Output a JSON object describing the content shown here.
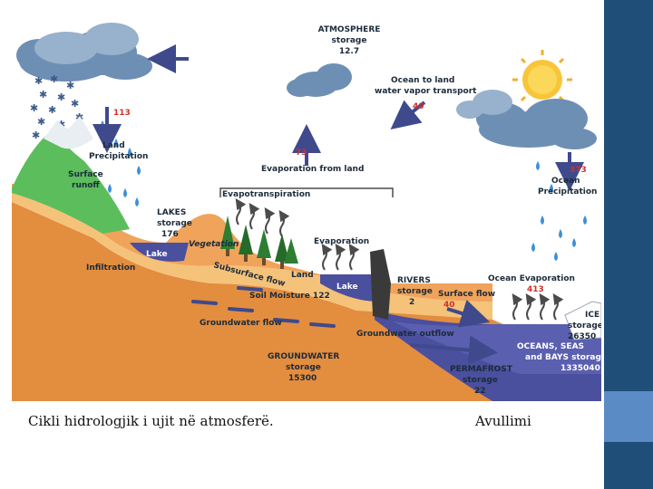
{
  "diagram": {
    "atmosphere": {
      "title": "ATMOSPHERE",
      "storage_label": "storage",
      "storage_value": "12.7"
    },
    "ocean_to_land": {
      "line1": "Ocean to land",
      "line2": "water vapor transport",
      "value": "40"
    },
    "land_precipitation": {
      "value": "113",
      "line1": "Land",
      "line2": "Precipitation"
    },
    "evaporation_from_land": {
      "value": "73",
      "label": "Evaporation from land"
    },
    "ocean_precipitation": {
      "value": "373",
      "line1": "Ocean",
      "line2": "Precipitation"
    },
    "surface_runoff": {
      "line1": "Surface",
      "line2": "runoff"
    },
    "evapotranspiration": "Evapotranspiration",
    "lakes": {
      "title": "LAKES",
      "storage_label": "storage",
      "storage_value": "176",
      "lake_label": "Lake"
    },
    "vegetation": "Vegetation",
    "evaporation": "Evaporation",
    "infiltration": "Infiltration",
    "subsurface_flow": "Subsurface flow",
    "land": "Land",
    "soil_moisture": "Soil Moisture 122",
    "lake_small": "Lake",
    "rivers": {
      "title": "RIVERS",
      "storage_label": "storage",
      "storage_value": "2"
    },
    "surface_flow": {
      "label": "Surface flow",
      "value": "40"
    },
    "ocean_evaporation": {
      "label": "Ocean Evaporation",
      "value": "413"
    },
    "ice": {
      "title": "ICE",
      "storage_label": "storage",
      "storage_value": "26350"
    },
    "groundwater_flow": "Groundwater flow",
    "groundwater_outflow": "Groundwater outflow",
    "oceans": {
      "line1": "OCEANS, SEAS",
      "line2": "and BAYS storage",
      "value": "1335040"
    },
    "groundwater": {
      "title": "GROUNDWATER",
      "storage_label": "storage",
      "storage_value": "15300"
    },
    "permafrost": {
      "title": "PERMAFROST",
      "storage_label": "storage",
      "storage_value": "22"
    }
  },
  "captions": {
    "left": "Cikli  hidrologjik i ujit në atmosferë.",
    "right": "Avullimi"
  },
  "colors": {
    "sky": "#ffffff",
    "soil": "#e89a4e",
    "soil_light": "#f6c884",
    "ocean": "#4a4f9e",
    "rock": "#3a3a3a",
    "text_dark": "#1c2b3a",
    "value_red": "#d2302b",
    "arrow": "#3e4a8c",
    "right_bar": "#1f4e79",
    "right_bar_accent": "#5b8bc4"
  }
}
